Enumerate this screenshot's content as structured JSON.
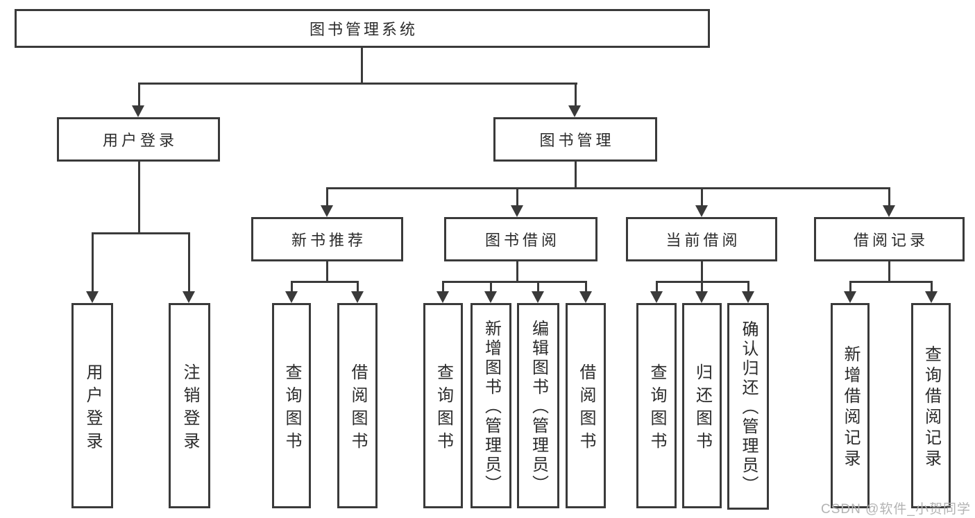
{
  "diagram": {
    "type": "tree",
    "root": {
      "label": "图书管理系统",
      "children": [
        {
          "label": "用户登录",
          "children": [
            {
              "label": "用户登录"
            },
            {
              "label": "注销登录"
            }
          ]
        },
        {
          "label": "图书管理",
          "children": [
            {
              "label": "新书推荐",
              "children": [
                {
                  "label": "查询图书"
                },
                {
                  "label": "借阅图书"
                }
              ]
            },
            {
              "label": "图书借阅",
              "children": [
                {
                  "label": "查询图书"
                },
                {
                  "label": "新增图书（管理员）"
                },
                {
                  "label": "编辑图书（管理员）"
                },
                {
                  "label": "借阅图书"
                }
              ]
            },
            {
              "label": "当前借阅",
              "children": [
                {
                  "label": "查询图书"
                },
                {
                  "label": "归还图书"
                },
                {
                  "label": "确认归还（管理员）"
                }
              ]
            },
            {
              "label": "借阅记录",
              "children": [
                {
                  "label": "新增借阅记录"
                },
                {
                  "label": "查询借阅记录"
                }
              ]
            }
          ]
        }
      ]
    }
  },
  "watermark": {
    "text": "CSDN @软件_小贺同学",
    "color": "#b3b3b3"
  },
  "colors": {
    "line": "#3a3a3a",
    "box_border": "#3a3a3a",
    "text": "#2b2b2b",
    "background": "#ffffff"
  }
}
